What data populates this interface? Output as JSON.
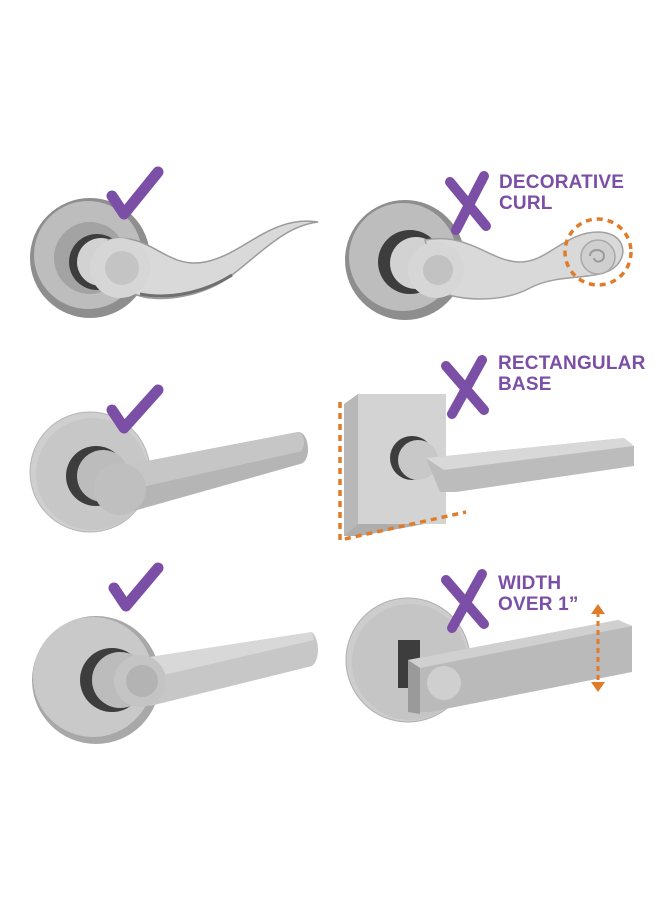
{
  "colors": {
    "good_mark": "#7b4fa6",
    "bad_mark": "#7b4fa6",
    "highlight_outline": "#e07b2a",
    "metal_light": "#d6d6d6",
    "metal_mid": "#b9b9b9",
    "metal_dark": "#8f8f8f"
  },
  "icons": {
    "good": "check-mark-icon",
    "bad": "x-mark-icon",
    "measure": "double-arrow-icon"
  },
  "rows": [
    {
      "left": {
        "verdict": "acceptable",
        "icon": "check-mark-icon"
      },
      "right": {
        "verdict": "not acceptable",
        "icon": "x-mark-icon",
        "label_lines": [
          "DECORATIVE",
          "CURL"
        ]
      }
    },
    {
      "left": {
        "verdict": "acceptable",
        "icon": "check-mark-icon"
      },
      "right": {
        "verdict": "not acceptable",
        "icon": "x-mark-icon",
        "label_lines": [
          "RECTANGULAR",
          "BASE"
        ]
      }
    },
    {
      "left": {
        "verdict": "acceptable",
        "icon": "check-mark-icon"
      },
      "right": {
        "verdict": "not acceptable",
        "icon": "x-mark-icon",
        "label_lines": [
          "WIDTH",
          "OVER 1”"
        ]
      }
    }
  ]
}
